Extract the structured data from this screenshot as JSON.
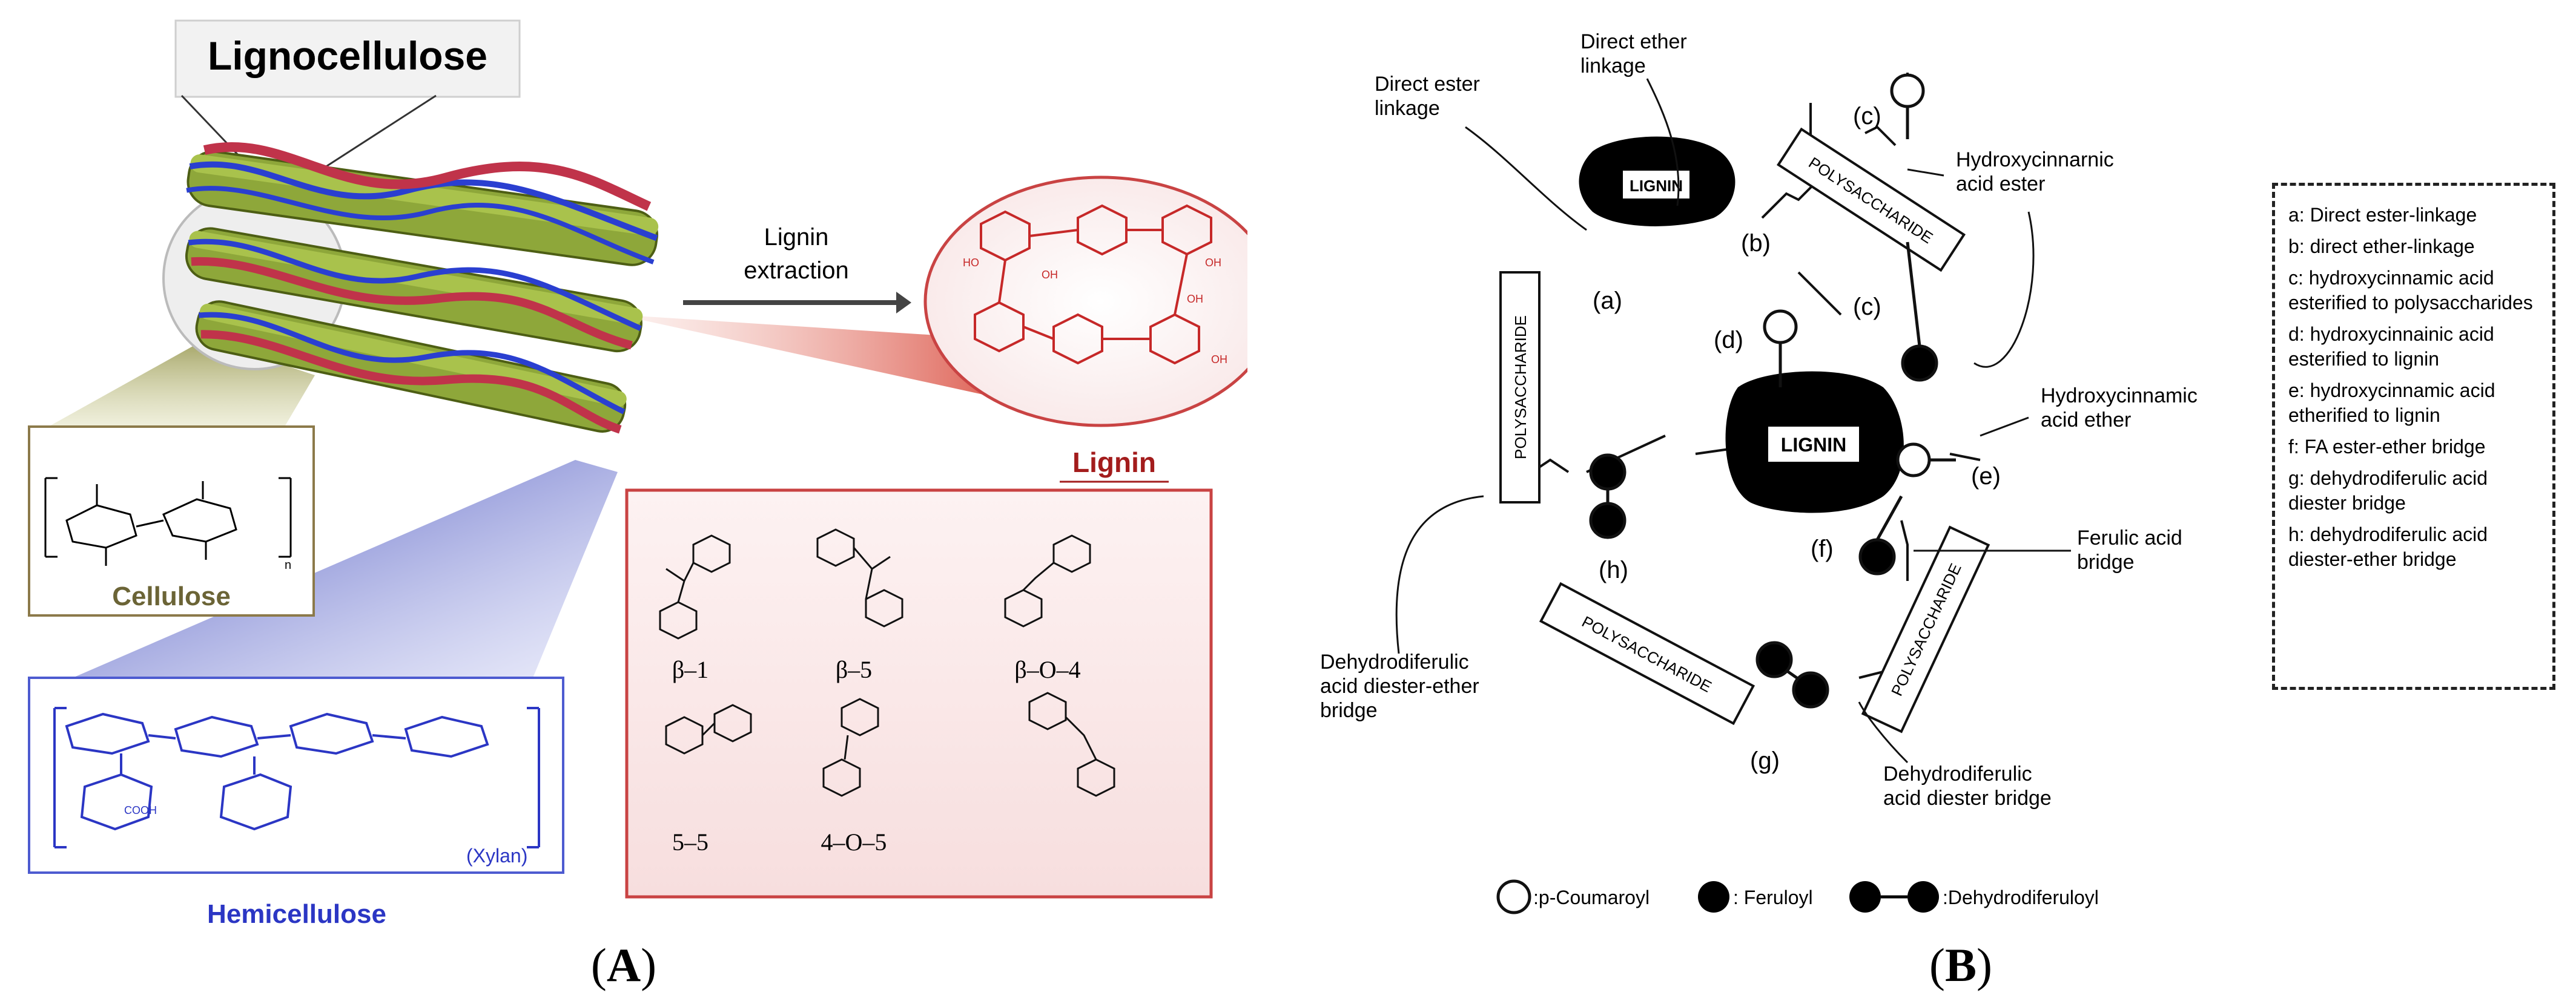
{
  "panel_a": {
    "title": "Lignocellulose",
    "arrow_label_line1": "Lignin",
    "arrow_label_line2": "extraction",
    "cellulose_label": "Cellulose",
    "hemicellulose_label": "Hemicellulose",
    "xylan_label": "(Xylan)",
    "lignin_label": "Lignin",
    "linkages": [
      "β–1",
      "β–5",
      "β–O–4",
      "5–5",
      "4–O–5",
      ""
    ],
    "panel_label": "A"
  },
  "panel_b": {
    "blocks": {
      "lignin_top": "LIGNIN",
      "lignin_center": "LIGNIN",
      "polysaccharide": "POLYSACCHARIDE"
    },
    "letters": [
      "(a)",
      "(b)",
      "(c)",
      "(c)",
      "(d)",
      "(e)",
      "(f)",
      "(g)",
      "(h)"
    ],
    "callouts": {
      "direct_ester": [
        "Direct ester",
        "linkage"
      ],
      "direct_ether": [
        "Direct ether",
        "linkage"
      ],
      "hydroxy_ester": [
        "Hydroxycinnarnic",
        "acid ester"
      ],
      "hydroxy_ether": [
        "Hydroxycinnamic",
        "acid ether"
      ],
      "ferulic_bridge": [
        "Ferulic acid",
        "bridge"
      ],
      "dehydro_ether": [
        "Dehydrodiferulic",
        "acid diester-ether",
        "bridge"
      ],
      "dehydro_diester": [
        "Dehydrodiferulic",
        "acid diester bridge"
      ]
    },
    "key": {
      "coumaroyl": ":p-Coumaroyl",
      "feruloyl": ": Feruloyl",
      "dehydro": ":Dehydrodiferuloyl"
    },
    "legend": [
      "a: Direct ester-linkage",
      "b: direct ether-linkage",
      "c: hydroxycinnamic acid esterified to polysaccharides",
      "d: hydroxycinnainic acid esterified to lignin",
      "e: hydroxycinnamic acid etherified to lignin",
      "f: FA ester-ether bridge",
      "g: dehydrodiferulic acid diester bridge",
      "h: dehydrodiferulic acid diester-ether bridge"
    ],
    "panel_label": "B"
  }
}
